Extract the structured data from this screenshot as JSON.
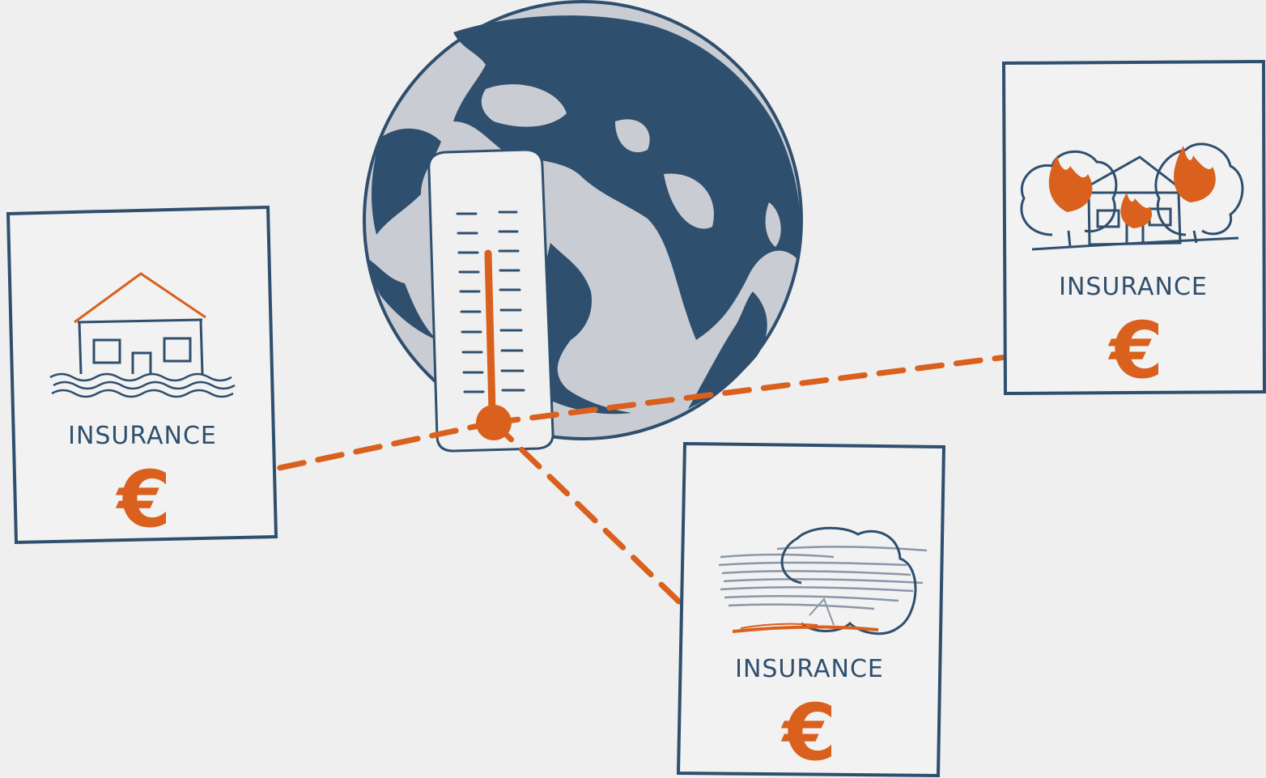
{
  "colors": {
    "background": "#efefef",
    "navy": "#2f4f6e",
    "orange": "#d9601d",
    "globe_land": "#c9cdd3",
    "paper": "#f2f2f2"
  },
  "cards": {
    "flood": {
      "label": "INSURANCE",
      "currency": "€",
      "icon": "flooded-house-icon"
    },
    "fire": {
      "label": "INSURANCE",
      "currency": "€",
      "icon": "wildfire-house-icon"
    },
    "storm": {
      "label": "INSURANCE",
      "currency": "€",
      "icon": "storm-cloud-icon"
    }
  },
  "center": {
    "globe_icon": "globe-icon",
    "thermometer_icon": "thermometer-icon"
  }
}
